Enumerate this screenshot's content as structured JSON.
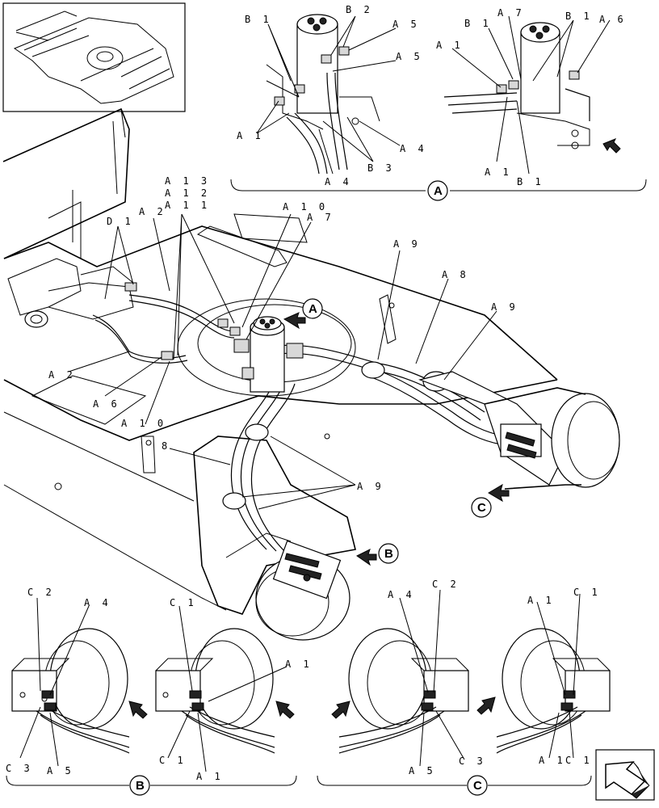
{
  "labels": {
    "A1": "A 1",
    "A2": "A 2",
    "A4": "A 4",
    "A5": "A 5",
    "A6": "A 6",
    "A7": "A 7",
    "A8": "A 8",
    "A9": "A 9",
    "A10": "A 1 0",
    "A11": "A 1 1",
    "A12": "A 1 2",
    "A13": "A 1 3",
    "B1": "B 1",
    "B2": "B 2",
    "B3": "B 3",
    "C1": "C 1",
    "C2": "C 2",
    "C3": "C 3",
    "D1": "D 1",
    "L8": "8"
  },
  "views": {
    "A": "A",
    "B": "B",
    "C": "C"
  }
}
